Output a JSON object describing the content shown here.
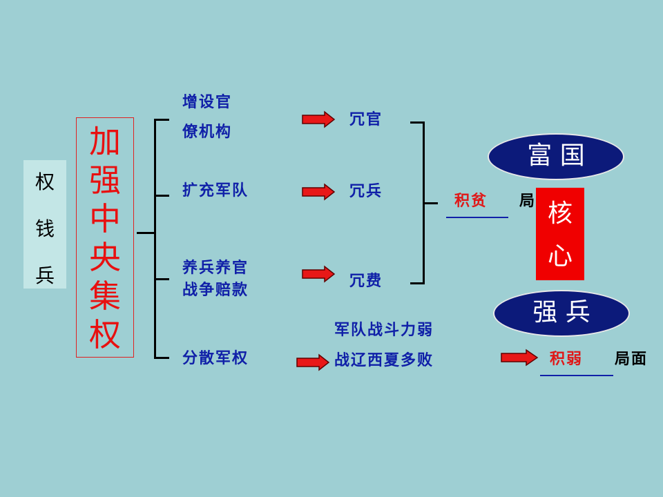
{
  "left": {
    "chars": [
      "权",
      "钱",
      "兵"
    ]
  },
  "main": {
    "title": "加强中央集权"
  },
  "measures": {
    "m1a": "增设官",
    "m1b": "僚机构",
    "m2": "扩充军队",
    "m3a": "养兵养官",
    "m3b": "战争赔款",
    "m4": "分散军权"
  },
  "results": {
    "r1": "冗官",
    "r2": "冗兵",
    "r3": "冗费",
    "r4a": "军队战斗力弱",
    "r4b": "战辽西夏多败"
  },
  "outcomes": {
    "poor": "积贫",
    "poor_suffix": "局",
    "weak": "积弱",
    "weak_suffix": "局面"
  },
  "goals": {
    "rich": "富 国",
    "strong": "强 兵",
    "core_chars": [
      "核",
      "心"
    ]
  },
  "colors": {
    "background": "#9ecfd3",
    "blue_text": "#1020a8",
    "red_text": "#e01818",
    "ellipse_fill": "#0c1a7a",
    "core_fill": "#f00000"
  }
}
